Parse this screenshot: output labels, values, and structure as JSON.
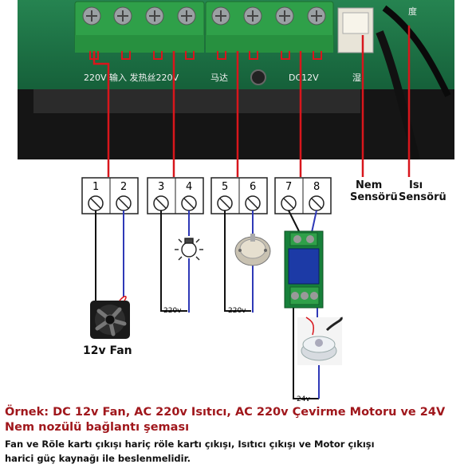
{
  "board": {
    "silkscreen_left": "220V 输入 发热丝220V",
    "silkscreen_right": "马达",
    "silkscreen_dc": "DC12V",
    "silkscreen_corner": "度",
    "silkscreen_side": "湿"
  },
  "terminals": [
    "1",
    "2",
    "3",
    "4",
    "5",
    "6",
    "7",
    "8"
  ],
  "sensors": {
    "humidity_line1": "Nem",
    "humidity_line2": "Sensörü",
    "temperature_line1": "Isı",
    "temperature_line2": "Sensörü"
  },
  "supplies": {
    "heater": "220v",
    "motor": "220v",
    "nozzle": "24v"
  },
  "fan_label": "12v Fan",
  "caption": {
    "title_line1": "Örnek: DC 12v Fan, AC 220v Isıtıcı, AC 220v Çevirme Motoru ve 24V",
    "title_line2": "Nem nozülü bağlantı şeması",
    "body_line1": "Fan ve Röle kartı çıkışı hariç röle kartı çıkışı, Isıtıcı çıkışı ve Motor çıkışı",
    "body_line2": "harici güç kaynağı ile beslenmelidir."
  },
  "colors": {
    "wire_red": "#d8161c",
    "wire_blue": "#2f39b7",
    "terminal_green": "#2fa049",
    "pcb_green": "#1f7a4a",
    "caption_red": "#a0171c"
  }
}
